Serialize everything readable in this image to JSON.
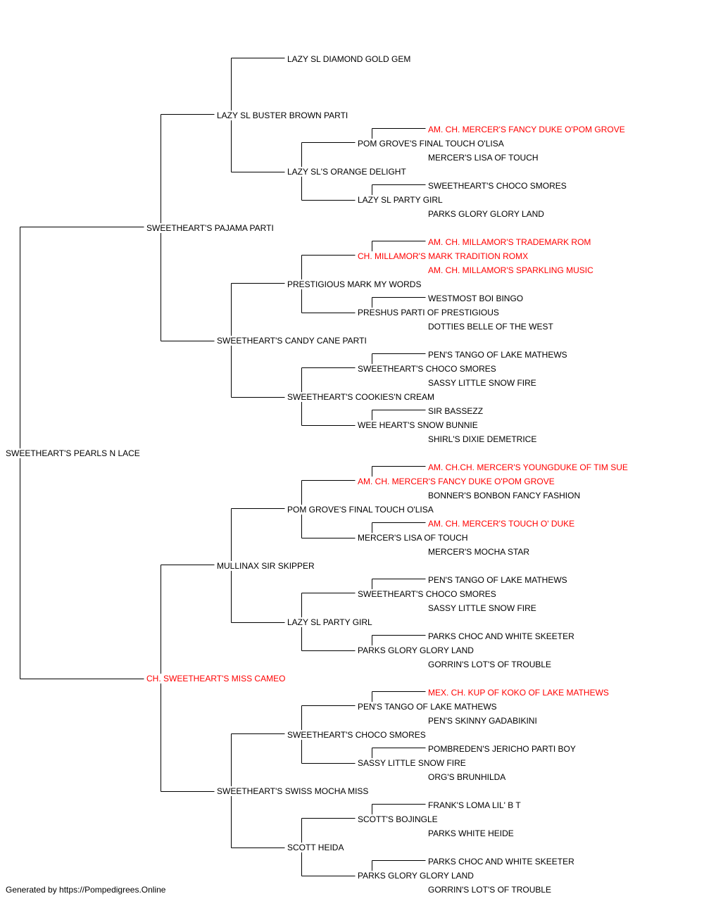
{
  "pedigree": {
    "subject": {
      "name": "SWEETHEART'S PEARLS N LACE",
      "champion": false
    },
    "generation_1": [
      {
        "name": "SWEETHEART'S PAJAMA PARTI",
        "champion": false
      },
      {
        "name": "CH. SWEETHEART'S MISS CAMEO",
        "champion": true
      }
    ],
    "generation_2": [
      {
        "name": "LAZY SL BUSTER BROWN PARTI",
        "champion": false
      },
      {
        "name": "SWEETHEART'S CANDY CANE PARTI",
        "champion": false
      },
      {
        "name": "MULLINAX SIR SKIPPER",
        "champion": false
      },
      {
        "name": "SWEETHEART'S SWISS MOCHA MISS",
        "champion": false
      }
    ],
    "generation_3": [
      {
        "name": "LAZY SL DIAMOND GOLD GEM",
        "champion": false
      },
      {
        "name": "LAZY SL'S ORANGE DELIGHT",
        "champion": false
      },
      {
        "name": "PRESTIGIOUS MARK MY WORDS",
        "champion": false
      },
      {
        "name": "SWEETHEART'S COOKIES'N CREAM",
        "champion": false
      },
      {
        "name": "POM GROVE'S FINAL TOUCH O'LISA",
        "champion": false
      },
      {
        "name": "LAZY SL PARTY GIRL",
        "champion": false
      },
      {
        "name": "SWEETHEART'S CHOCO SMORES",
        "champion": false
      },
      {
        "name": "SCOTT HEIDA",
        "champion": false
      }
    ],
    "generation_4": [
      {
        "name": "POM GROVE'S FINAL TOUCH O'LISA",
        "champion": false
      },
      {
        "name": "LAZY SL PARTY GIRL",
        "champion": false
      },
      {
        "name": "CH. MILLAMOR'S MARK TRADITION ROMX",
        "champion": true
      },
      {
        "name": "PRESHUS PARTI OF PRESTIGIOUS",
        "champion": false
      },
      {
        "name": "SWEETHEART'S CHOCO SMORES",
        "champion": false
      },
      {
        "name": "WEE HEART'S SNOW BUNNIE",
        "champion": false
      },
      {
        "name": "AM. CH. MERCER'S FANCY DUKE O'POM GROVE",
        "champion": true
      },
      {
        "name": "MERCER'S LISA OF TOUCH",
        "champion": false
      },
      {
        "name": "SWEETHEART'S CHOCO SMORES",
        "champion": false
      },
      {
        "name": "PARKS GLORY GLORY LAND",
        "champion": false
      },
      {
        "name": "PEN'S TANGO OF LAKE MATHEWS",
        "champion": false
      },
      {
        "name": "SASSY LITTLE SNOW FIRE",
        "champion": false
      },
      {
        "name": "SCOTT'S BOJINGLE",
        "champion": false
      },
      {
        "name": "PARKS GLORY GLORY LAND",
        "champion": false
      }
    ],
    "generation_5": [
      {
        "name": "AM. CH. MERCER'S FANCY DUKE O'POM GROVE",
        "champion": true
      },
      {
        "name": "MERCER'S LISA OF TOUCH",
        "champion": false
      },
      {
        "name": "SWEETHEART'S CHOCO SMORES",
        "champion": false
      },
      {
        "name": "PARKS GLORY GLORY LAND",
        "champion": false
      },
      {
        "name": "AM. CH. MILLAMOR'S TRADEMARK ROM",
        "champion": true
      },
      {
        "name": "AM. CH. MILLAMOR'S SPARKLING MUSIC",
        "champion": true
      },
      {
        "name": "WESTMOST BOI BINGO",
        "champion": false
      },
      {
        "name": "DOTTIES BELLE OF THE WEST",
        "champion": false
      },
      {
        "name": "PEN'S TANGO OF LAKE MATHEWS",
        "champion": false
      },
      {
        "name": "SASSY LITTLE SNOW FIRE",
        "champion": false
      },
      {
        "name": "SIR BASSEZZ",
        "champion": false
      },
      {
        "name": "SHIRL'S DIXIE DEMETRICE",
        "champion": false
      },
      {
        "name": "AM. CH.CH. MERCER'S YOUNGDUKE OF TIM SUE",
        "champion": true
      },
      {
        "name": "BONNER'S BONBON FANCY FASHION",
        "champion": false
      },
      {
        "name": "AM. CH. MERCER'S TOUCH O' DUKE",
        "champion": true
      },
      {
        "name": "MERCER'S MOCHA STAR",
        "champion": false
      },
      {
        "name": "PEN'S TANGO OF LAKE MATHEWS",
        "champion": false
      },
      {
        "name": "SASSY LITTLE SNOW FIRE",
        "champion": false
      },
      {
        "name": "PARKS CHOC AND WHITE SKEETER",
        "champion": false
      },
      {
        "name": "GORRIN'S LOT'S OF TROUBLE",
        "champion": false
      },
      {
        "name": "MEX. CH. KUP OF KOKO OF LAKE MATHEWS",
        "champion": true
      },
      {
        "name": "PEN'S SKINNY GADABIKINI",
        "champion": false
      },
      {
        "name": "POMBREDEN'S JERICHO PARTI BOY",
        "champion": false
      },
      {
        "name": "ORG'S BRUNHILDA",
        "champion": false
      },
      {
        "name": "FRANK'S LOMA LIL' B T",
        "champion": false
      },
      {
        "name": "PARKS WHITE HEIDE",
        "champion": false
      },
      {
        "name": "PARKS CHOC AND WHITE SKEETER",
        "champion": false
      },
      {
        "name": "GORRIN'S LOT'S OF TROUBLE",
        "champion": false
      }
    ]
  },
  "footer": {
    "text": "Generated by https://Pompedigrees.Online"
  },
  "colors": {
    "champion": "#ff0000",
    "normal": "#000000",
    "line": "#000000"
  }
}
